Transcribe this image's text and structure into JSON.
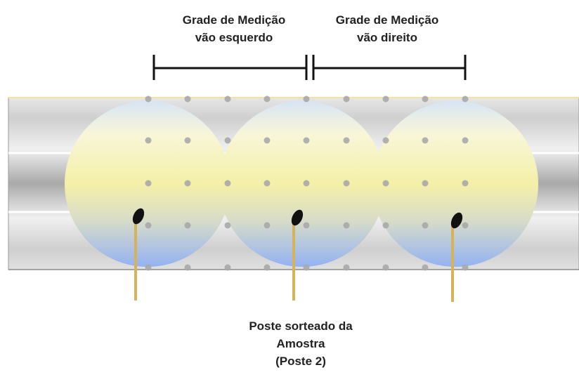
{
  "labels": {
    "left_span": [
      "Grade de Medição",
      "vão esquerdo"
    ],
    "right_span": [
      "Grade de Medição",
      "vão direito"
    ],
    "sampled_pole": [
      "Poste sorteado da",
      "Amostra",
      "(Poste 2)"
    ]
  },
  "poles": [
    {
      "id": "poste-1",
      "sampled": false
    },
    {
      "id": "poste-2",
      "sampled": true
    },
    {
      "id": "poste-3",
      "sampled": false
    }
  ],
  "colors": {
    "road_outer": "#b8b8b8",
    "road_inner": "#d9d9d9",
    "lane_line": "#ffffff",
    "circle_top": "#fbf8c8",
    "circle_mid": "#f4f0a6",
    "circle_bottom": "#9bb6f2",
    "grid_dot": "#a9a9a9",
    "pole": "#d9b65a",
    "pole_head": "#111111",
    "bracket": "#111111"
  }
}
